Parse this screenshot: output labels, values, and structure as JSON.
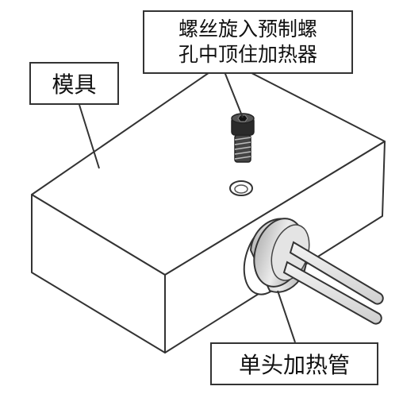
{
  "labels": {
    "screw_line1": "螺丝旋入预制螺",
    "screw_line2": "孔中顶住加热器",
    "mold": "模具",
    "heater": "单头加热管"
  },
  "colors": {
    "outline": "#333333",
    "face": "#ffffff",
    "metal_dark": "#2a2a2a",
    "metal_light": "#d8d8d8",
    "rod_fill": "#e6e6e6"
  },
  "icons": {
    "screw": "screw-icon",
    "heater": "cartridge-heater-icon",
    "hole": "threaded-hole-icon"
  }
}
